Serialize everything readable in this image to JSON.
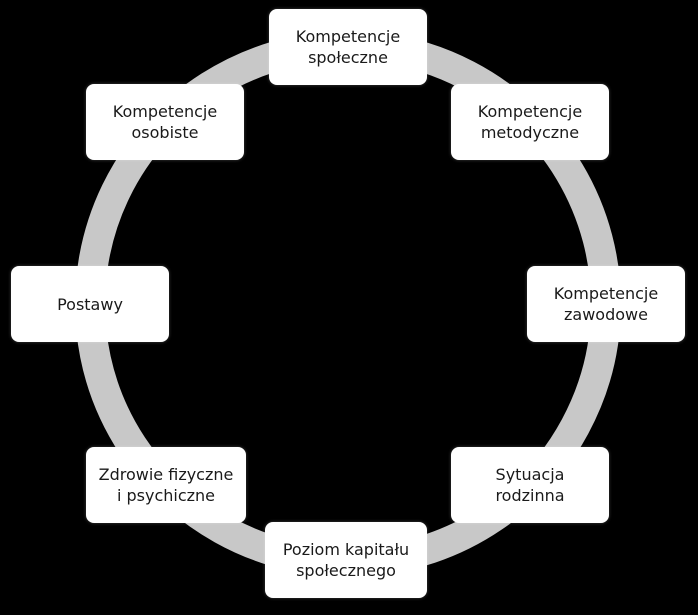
{
  "diagram": {
    "type": "cycle",
    "colors": {
      "background": "#000000",
      "node_fill": "#ffffff",
      "ring": "#c8c8c8",
      "text": "#1a1a1a"
    },
    "nodes": [
      {
        "label": "Kompetencje\nspołeczne"
      },
      {
        "label": "Kompetencje\nmetodyczne"
      },
      {
        "label": "Kompetencje\nzawodowe"
      },
      {
        "label": "Sytuacja\nrodzinna"
      },
      {
        "label": "Poziom kapitału\nspołecznego"
      },
      {
        "label": "Zdrowie fizyczne\ni psychiczne"
      },
      {
        "label": "Postawy"
      },
      {
        "label": "Kompetencje\nosobiste"
      }
    ]
  }
}
